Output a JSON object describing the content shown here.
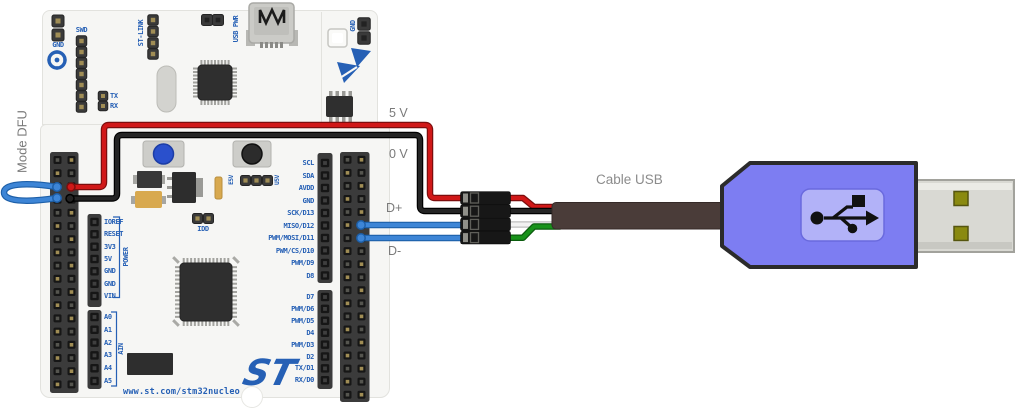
{
  "annotations": {
    "mode_dfu": "Mode DFU",
    "five_v": "5 V",
    "zero_v": "0 V",
    "d_plus": "D+",
    "d_minus": "D-",
    "cable_usb": "Cable USB"
  },
  "board": {
    "url": "www.st.com/stm32nucleo",
    "logo_text": "ST",
    "labels": {
      "gnd_left": "GND",
      "swd": "SWD",
      "tx": "TX",
      "rx": "RX",
      "st_link": "ST-LINK",
      "usb_pwr": "USB PWR",
      "gnd_right": "GND",
      "e5v": "E5V",
      "u5v": "U5V",
      "idd": "IDD",
      "power_group": "POWER",
      "ain_group": "AIN"
    },
    "right_pins_top": [
      "SCL",
      "SDA",
      "AVDD",
      "GND",
      "SCK/D13",
      "MISO/D12",
      "PWM/MOSI/D11",
      "PWM/CS/D10",
      "PWM/D9",
      "D8"
    ],
    "right_pins_bottom": [
      "D7",
      "PWM/D6",
      "PWM/D5",
      "D4",
      "PWM/D3",
      "D2",
      "TX/D1",
      "RX/D0"
    ],
    "power_pins": [
      "IOREF",
      "RESET",
      "3V3",
      "5V",
      "GND",
      "GND",
      "VIN"
    ],
    "ain_pins": [
      "A0",
      "A1",
      "A2",
      "A3",
      "A4",
      "A5"
    ]
  },
  "colors": {
    "silkscreen": "#2660b5",
    "wire_red": "#d01818",
    "wire_black": "#242424",
    "wire_blue": "#3d85d6",
    "wire_white": "#f2f2f2",
    "wire_green": "#18921a",
    "cable": "#4a3c39",
    "usb_body": "#7d7df2",
    "usb_inner": "#b2b2f8",
    "usb_metal": "#d9d9d3",
    "usb_contact": "#8a8a10"
  }
}
